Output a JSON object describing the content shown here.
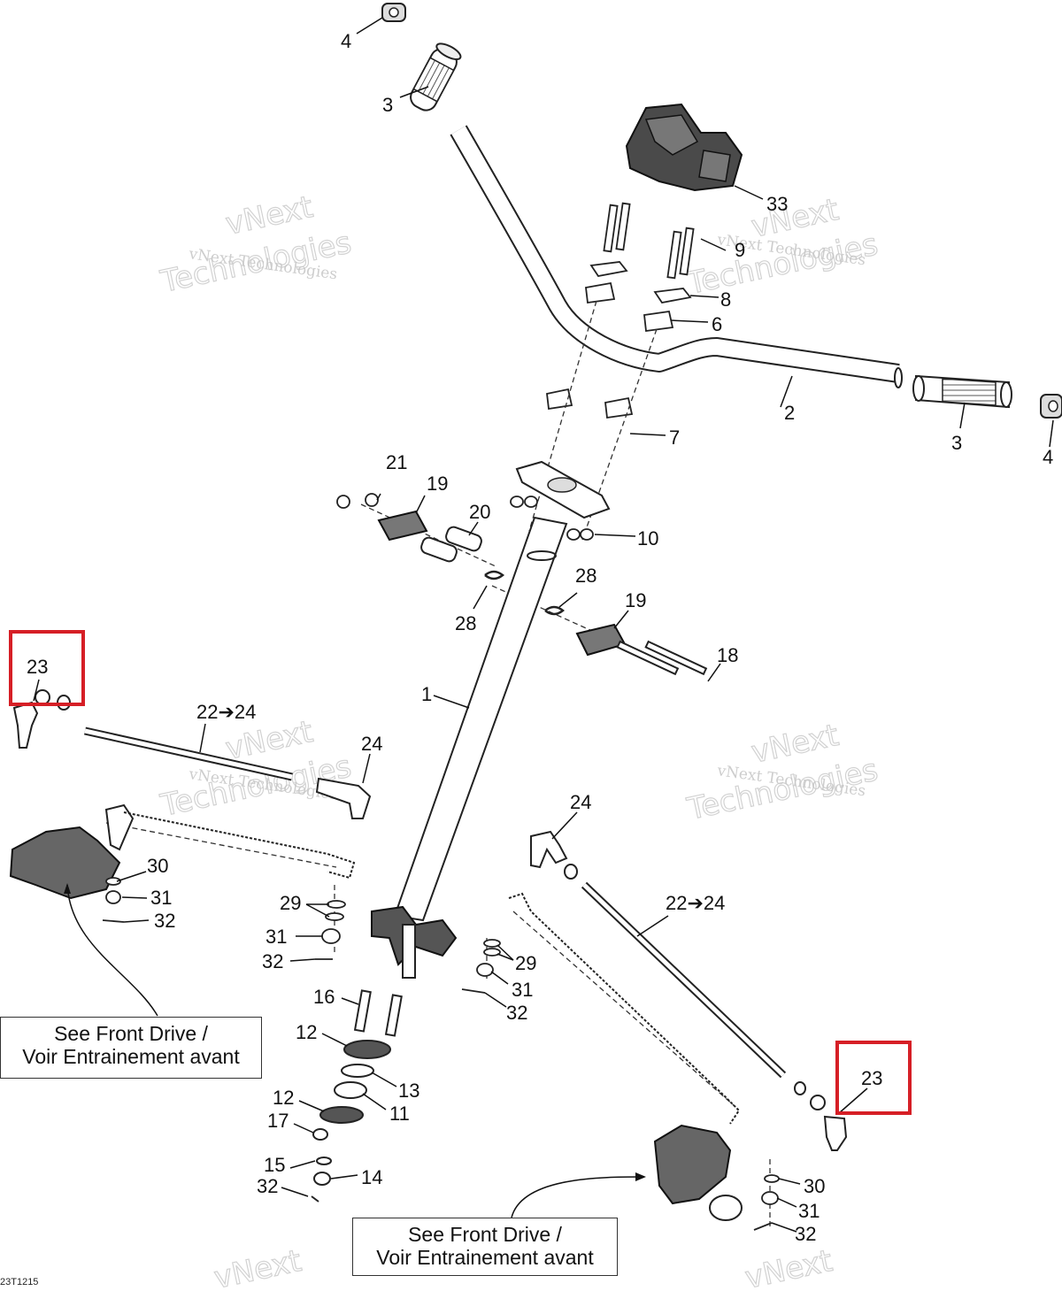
{
  "watermark": {
    "line1": "vNext Technologies",
    "line2": "vNext",
    "line3": "Technologies"
  },
  "labels": {
    "p1": "1",
    "p2": "2",
    "p3a": "3",
    "p3b": "3",
    "p4a": "4",
    "p4b": "4",
    "p6": "6",
    "p7": "7",
    "p8": "8",
    "p9": "9",
    "p10": "10",
    "p11": "11",
    "p12a": "12",
    "p12b": "12",
    "p13": "13",
    "p14": "14",
    "p15": "15",
    "p16": "16",
    "p17": "17",
    "p18": "18",
    "p19a": "19",
    "p19b": "19",
    "p20": "20",
    "p21": "21",
    "p22a": "22➔24",
    "p22b": "22➔24",
    "p24a": "24",
    "p24b": "24",
    "p28a": "28",
    "p28b": "28",
    "p29a": "29",
    "p29b": "29",
    "p30a": "30",
    "p30b": "30",
    "p31a": "31",
    "p31b": "31",
    "p31c": "31",
    "p31d": "31",
    "p32a": "32",
    "p32b": "32",
    "p32c": "32",
    "p32d": "32",
    "p32e": "32",
    "p33": "33"
  },
  "highlighted_parts": [
    {
      "label": "23",
      "color": "#d61f26"
    },
    {
      "label": "23",
      "color": "#d61f26"
    }
  ],
  "notes": [
    {
      "line1": "See Front Drive /",
      "line2": "Voir Entrainement avant"
    },
    {
      "line1": "See Front Drive /",
      "line2": "Voir Entrainement avant"
    }
  ],
  "doc_code": "23T1215"
}
